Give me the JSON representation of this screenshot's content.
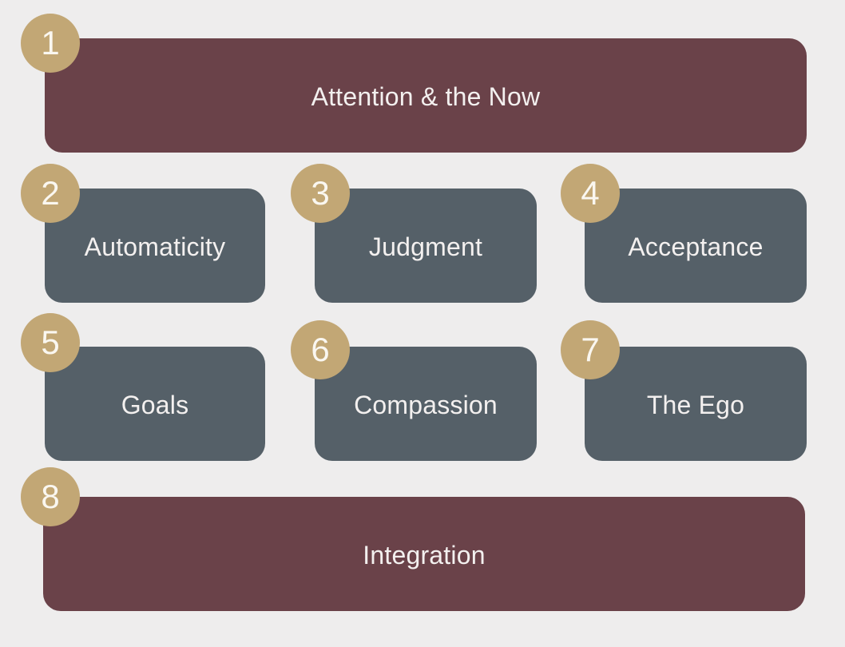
{
  "colors": {
    "background": "#eeeded",
    "primary_card": "#6a4249",
    "secondary_card": "#556068",
    "badge": "#c2a775",
    "text": "#f3f0ef"
  },
  "modules": [
    {
      "number": "1",
      "label": "Attention & the Now",
      "style": "primary"
    },
    {
      "number": "2",
      "label": "Automaticity",
      "style": "secondary"
    },
    {
      "number": "3",
      "label": "Judgment",
      "style": "secondary"
    },
    {
      "number": "4",
      "label": "Acceptance",
      "style": "secondary"
    },
    {
      "number": "5",
      "label": "Goals",
      "style": "secondary"
    },
    {
      "number": "6",
      "label": "Compassion",
      "style": "secondary"
    },
    {
      "number": "7",
      "label": "The Ego",
      "style": "secondary"
    },
    {
      "number": "8",
      "label": "Integration",
      "style": "primary"
    }
  ]
}
